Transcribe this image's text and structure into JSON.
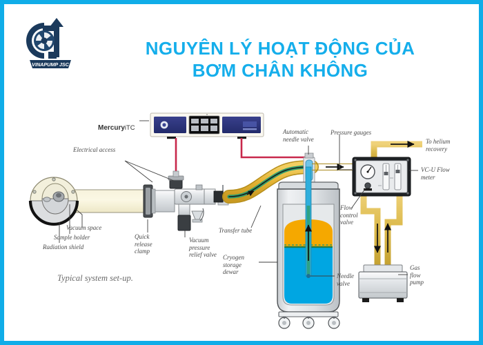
{
  "theme": {
    "border_color": "#10ADE8",
    "title_color": "#15AEEB",
    "logo_color": "#1B3A5C",
    "background": "#ffffff",
    "label_color": "#4a4a4a",
    "cable_color": "#C8284B",
    "hose_color": "#E8B93A",
    "hose_inner_color": "#2F9E6E",
    "liquid_color": "#00A6E2",
    "gas_color": "#F5A800",
    "instrument_color": "#2B3478",
    "metal_color": "#D9DCDE"
  },
  "logo": {
    "name": "vinapump-logo",
    "banner_text": "VINAPUMP JSC"
  },
  "header": {
    "title_line1": "NGUYÊN LÝ HOẠT ĐỘNG CỦA",
    "title_line2": "BƠM CHÂN KHÔNG"
  },
  "diagram": {
    "caption": "Typical system set-up.",
    "instrument": {
      "name": "MercuryiTC",
      "label_bold": "Mercury",
      "label_light": "iTC"
    },
    "labels": [
      {
        "id": "mercury-itc",
        "text": "MercuryiTC"
      },
      {
        "id": "electrical-access",
        "text": "Electrical access"
      },
      {
        "id": "vacuum-space",
        "text": "Vacuum space"
      },
      {
        "id": "sample-holder",
        "text": "Sample holder"
      },
      {
        "id": "radiation-shield",
        "text": "Radiation shield"
      },
      {
        "id": "quick-release-clamp",
        "text": "Quick\nrelease\nclamp"
      },
      {
        "id": "vacuum-pressure-relief-valve",
        "text": "Vacuum\npressure\nrelief valve"
      },
      {
        "id": "transfer-tube",
        "text": "Transfer tube"
      },
      {
        "id": "automatic-needle-valve",
        "text": "Automatic\nneedle valve"
      },
      {
        "id": "pressure-gauges",
        "text": "Pressure gauges"
      },
      {
        "id": "to-helium-recovery",
        "text": "To helium\nrecovery"
      },
      {
        "id": "vcu-flow-meter",
        "text": "VC-U Flow\nmeter"
      },
      {
        "id": "flow-control-valve",
        "text": "Flow\ncontrol\nvalve"
      },
      {
        "id": "cryogen-storage-dewar",
        "text": "Cryogen\nstorage\ndewar"
      },
      {
        "id": "needle-valve",
        "text": "Needle\nvalve"
      },
      {
        "id": "gas-flow-pump",
        "text": "Gas\nflow\npump"
      }
    ]
  }
}
